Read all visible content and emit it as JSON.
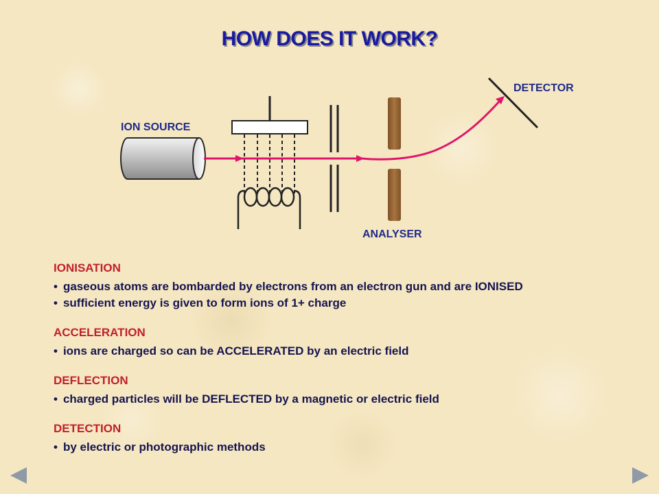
{
  "slide": {
    "title": "HOW DOES IT WORK?"
  },
  "diagram": {
    "labels": {
      "ion_source": "ION SOURCE",
      "detector": "DETECTOR",
      "analyser": "ANALYSER"
    }
  },
  "sections": [
    {
      "heading": "IONISATION",
      "bullets": [
        "gaseous atoms are bombarded by electrons from an electron gun and are IONISED",
        "sufficient energy is given to form ions of 1+ charge"
      ]
    },
    {
      "heading": "ACCELERATION",
      "bullets": [
        "ions are charged so can be ACCELERATED by an electric field"
      ]
    },
    {
      "heading": "DEFLECTION",
      "bullets": [
        "charged particles will be DEFLECTED by a magnetic or electric field"
      ]
    },
    {
      "heading": "DETECTION",
      "bullets": [
        "by electric or photographic methods"
      ]
    }
  ],
  "navigation": {
    "previous_icon": "triangle-left-icon",
    "next_icon": "triangle-right-icon"
  },
  "colors": {
    "title": "#1a1aa0",
    "heading": "#c0202a",
    "body_text": "#141450",
    "label": "#1f2a8a",
    "ion_path": "#e0156a",
    "analyser_plates": "#9c6a3a",
    "background": "#f5e7c2"
  }
}
